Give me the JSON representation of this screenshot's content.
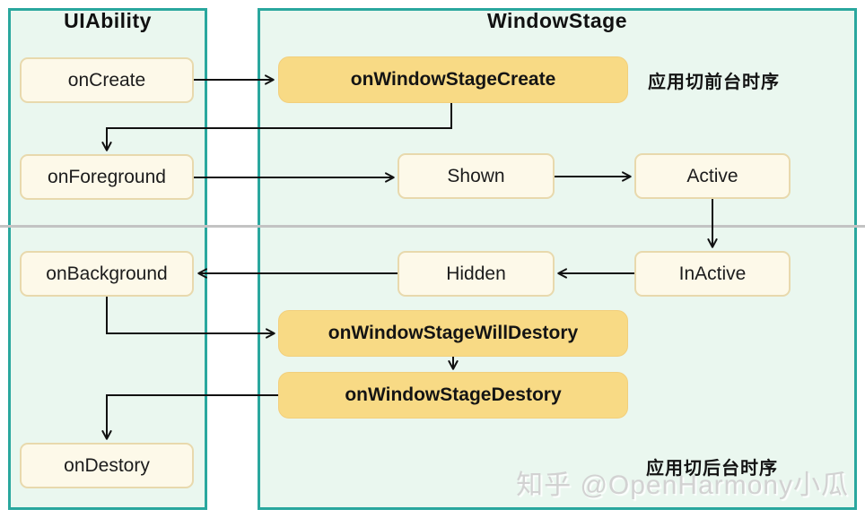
{
  "diagram": {
    "left_panel": {
      "title": "UIAbility",
      "nodes": [
        {
          "label": "onCreate"
        },
        {
          "label": "onForeground"
        },
        {
          "label": "onBackground"
        },
        {
          "label": "onDestory"
        }
      ]
    },
    "right_panel": {
      "title": "WindowStage",
      "nodes": [
        {
          "label": "onWindowStageCreate",
          "emphasis": true
        },
        {
          "label": "Shown"
        },
        {
          "label": "Active"
        },
        {
          "label": "Hidden"
        },
        {
          "label": "InActive"
        },
        {
          "label": "onWindowStageWillDestory",
          "emphasis": true
        },
        {
          "label": "onWindowStageDestory",
          "emphasis": true
        }
      ]
    },
    "edges": [
      {
        "from": "onCreate",
        "to": "onWindowStageCreate"
      },
      {
        "from": "onWindowStageCreate",
        "to": "onForeground"
      },
      {
        "from": "onForeground",
        "to": "Shown"
      },
      {
        "from": "Shown",
        "to": "Active"
      },
      {
        "from": "Active",
        "to": "InActive"
      },
      {
        "from": "InActive",
        "to": "Hidden"
      },
      {
        "from": "Hidden",
        "to": "onBackground"
      },
      {
        "from": "onBackground",
        "to": "onWindowStageWillDestory"
      },
      {
        "from": "onWindowStageWillDestory",
        "to": "onWindowStageDestory"
      },
      {
        "from": "onWindowStageDestory",
        "to": "onDestory"
      }
    ],
    "annotations": {
      "foreground_sequence": "应用切前台时序",
      "background_sequence": "应用切后台时序"
    },
    "watermark": "知乎 @OpenHarmony小瓜",
    "colors": {
      "panel_fill": "#eaf7ef",
      "panel_border": "#2aa79e",
      "node_fill": "#fdf9e9",
      "node_border": "#e8d9ad",
      "highlight_fill": "#f8da85",
      "divider": "#c3c3c3",
      "arrow": "#111111"
    }
  }
}
